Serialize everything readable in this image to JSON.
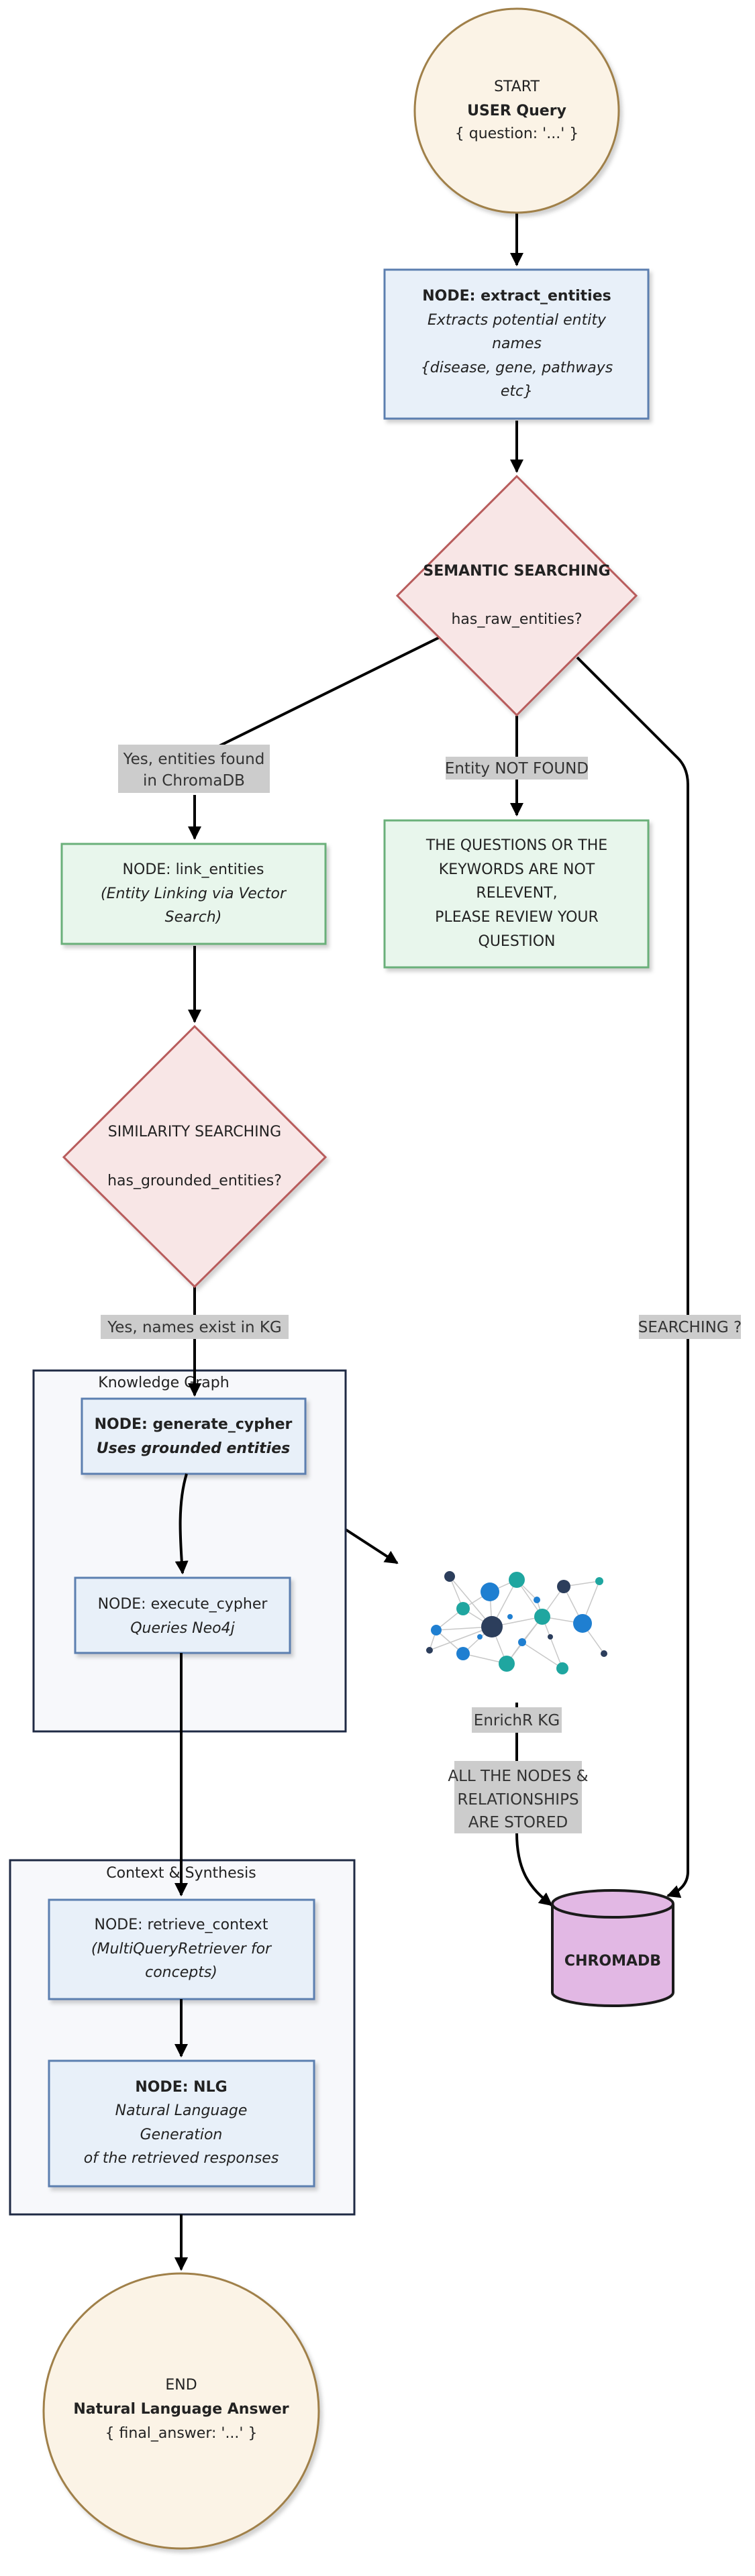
{
  "start": {
    "line1": "START",
    "line2": "USER Query",
    "line3": "{ question: '...' }"
  },
  "extract_entities": {
    "title": "NODE: extract_entities",
    "desc1": "Extracts potential entity",
    "desc2": "names",
    "desc3": "{disease, gene, pathways",
    "desc4": "etc}"
  },
  "semantic": {
    "title": "SEMANTIC SEARCHING",
    "question": "has_raw_entities?"
  },
  "edge_labels": {
    "found_1": "Yes, entities found",
    "found_2": "in ChromaDB",
    "not_found": "Entity NOT FOUND",
    "names_exist": "Yes, names exist in KG",
    "searching": "SEARCHING ?",
    "stored_1": "ALL THE NODES &",
    "stored_2": "RELATIONSHIPS",
    "stored_3": "ARE STORED"
  },
  "link_entities": {
    "title": "NODE: link_entities",
    "desc1": "(Entity Linking via Vector",
    "desc2": "Search)"
  },
  "not_found_box": {
    "line1": "THE QUESTIONS OR THE",
    "line2": "KEYWORDS ARE NOT",
    "line3": "RELEVENT,",
    "line4": "PLEASE REVIEW YOUR",
    "line5": "QUESTION"
  },
  "similarity": {
    "title": "SIMILARITY SEARCHING",
    "question": "has_grounded_entities?"
  },
  "knowledge_graph": {
    "label": "Knowledge Graph"
  },
  "generate_cypher": {
    "title": "NODE: generate_cypher",
    "desc": "Uses grounded entities"
  },
  "execute_cypher": {
    "title": "NODE: execute_cypher",
    "desc": "Queries Neo4j"
  },
  "enrichr": {
    "label": "EnrichR KG"
  },
  "chromadb": {
    "label": "CHROMADB"
  },
  "context": {
    "label": "Context & Synthesis"
  },
  "retrieve_context": {
    "title": "NODE: retrieve_context",
    "desc1": "(MultiQueryRetriever for",
    "desc2": "concepts)"
  },
  "nlg": {
    "title": "NODE: NLG",
    "desc1": "Natural Language",
    "desc2": "Generation",
    "desc3": "of the retrieved responses"
  },
  "end": {
    "line1": "END",
    "line2": "Natural Language Answer",
    "line3": "{ final_answer: '...' }"
  },
  "colors": {
    "circle_fill": "#fbf3e6",
    "circle_stroke": "#a0804a",
    "blue_fill": "#e8f0f9",
    "blue_stroke": "#5b7fb0",
    "diamond_fill": "#f8e6e6",
    "diamond_stroke": "#b85b5b",
    "green_fill": "#e8f6ec",
    "green_stroke": "#6ab07a",
    "cylinder_fill": "#e2b8e4",
    "label_bg": "#cccccc"
  }
}
